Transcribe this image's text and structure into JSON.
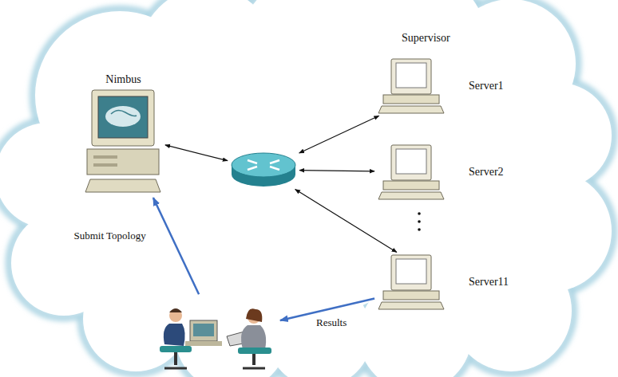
{
  "diagram": {
    "nodes": [
      {
        "text": [
          "Nimbus"
        ]
      },
      {
        "text": []
      },
      {
        "text": [
          "Server1"
        ]
      },
      {
        "text": [
          "Server2"
        ]
      },
      {
        "text": [
          "Server11"
        ]
      },
      {
        "text": []
      }
    ],
    "edges": [
      {
        "from": 0,
        "to": 1,
        "arrow": "both"
      },
      {
        "from": 1,
        "to": 2,
        "arrow": "both"
      },
      {
        "from": 1,
        "to": 3,
        "arrow": "both"
      },
      {
        "from": 1,
        "to": 4,
        "arrow": "both"
      },
      {
        "from": 5,
        "to": 0,
        "arrow": "to",
        "label": "Submit Topology"
      },
      {
        "from": 4,
        "to": 5,
        "arrow": "to",
        "label": "Results"
      }
    ],
    "labels": [
      "Supervisor"
    ]
  }
}
